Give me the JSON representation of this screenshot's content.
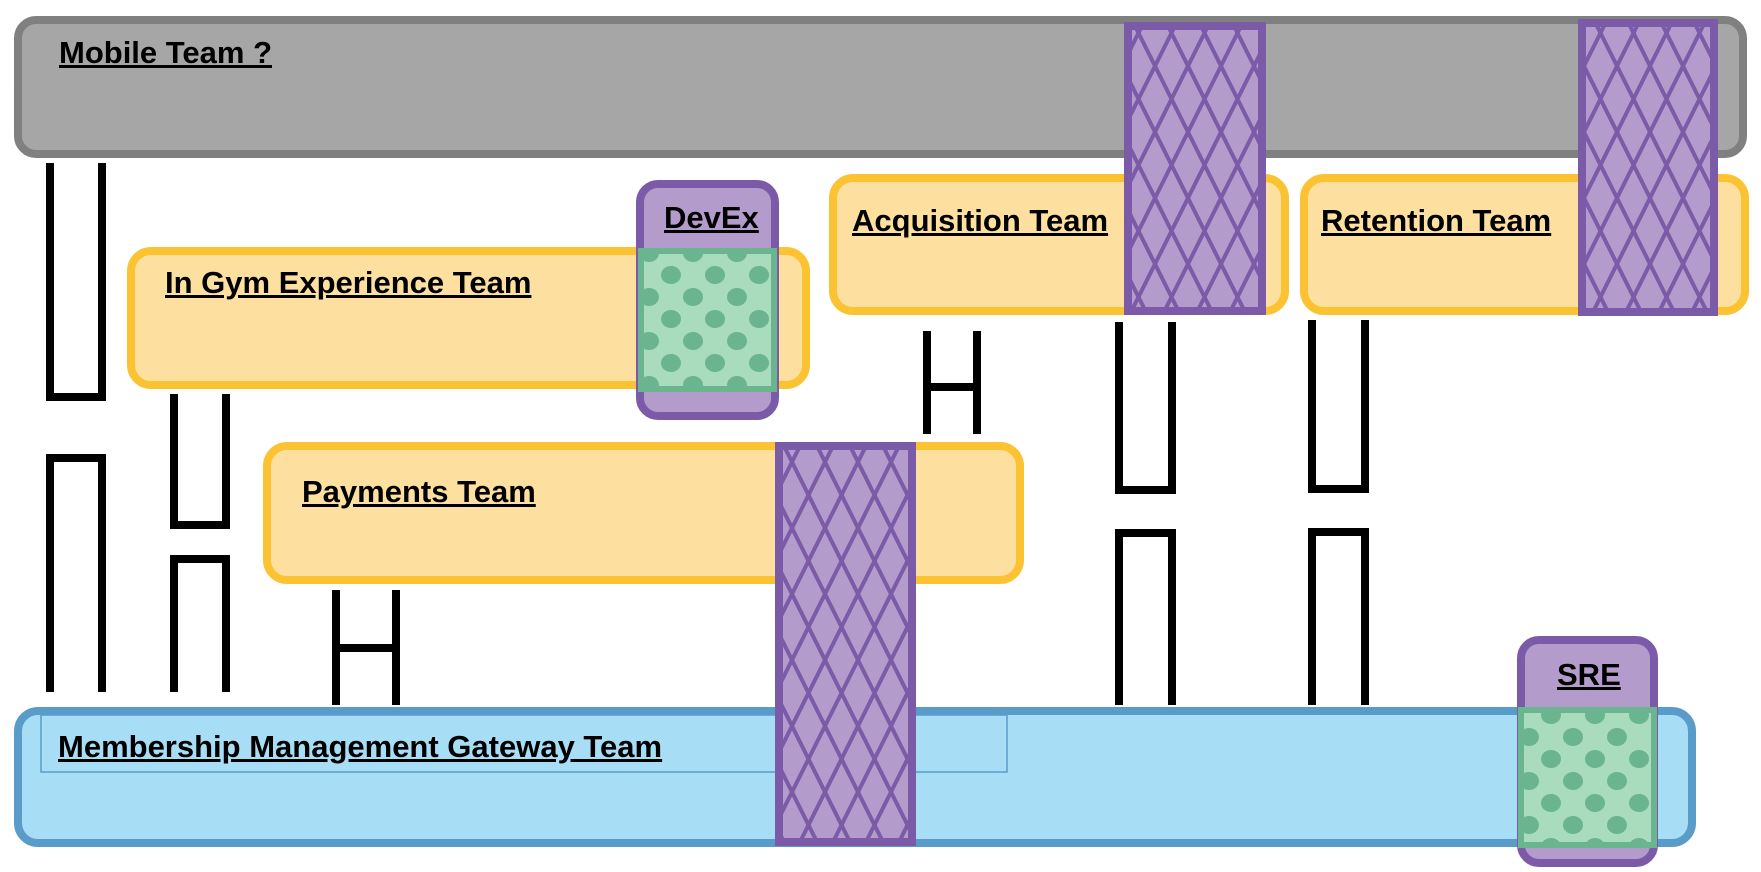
{
  "teams": {
    "mobile": "Mobile Team ?",
    "in_gym": "In Gym Experience Team",
    "acquisition": "Acquisition Team",
    "retention": "Retention Team",
    "payments": "Payments Team",
    "membership": "Membership Management Gateway Team"
  },
  "enabling": {
    "devex": "DevEx",
    "sre": "SRE"
  },
  "colors": {
    "platform_gray": "#a6a6a6",
    "stream_yellow": "#fde0a0",
    "stream_border": "#fbc232",
    "platform_blue": "#a7ddf5",
    "platform_blue_border": "#5a9cc9",
    "complicated_purple": "#b39ccb",
    "purple_border": "#7b5ba8",
    "facilitating_green": "#a9dbbd",
    "green_dot": "#6ab590"
  }
}
